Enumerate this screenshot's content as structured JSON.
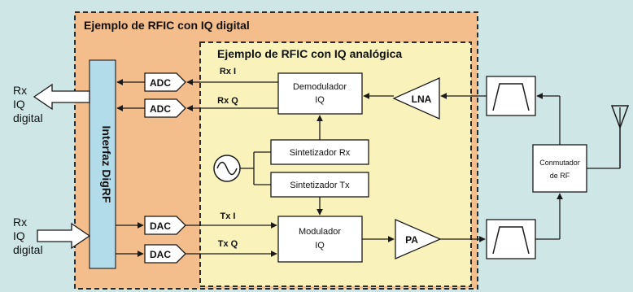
{
  "diagram": {
    "outer_title": "Ejemplo de RFIC con IQ digital",
    "inner_title": "Ejemplo de RFIC con IQ analógica",
    "interface_label": "Interfaz DigRF",
    "adc_label": "ADC",
    "dac_label": "DAC",
    "demodulator": [
      "Demodulador",
      "IQ"
    ],
    "modulator": [
      "Modulador",
      "IQ"
    ],
    "synth_rx": "Sintetizador Rx",
    "synth_tx": "Sintetizador Tx",
    "lna": "LNA",
    "pa": "PA",
    "switch": [
      "Conmutador",
      "de RF"
    ],
    "signals": {
      "rx_i": "Rx I",
      "rx_q": "Rx Q",
      "tx_i": "Tx I",
      "tx_q": "Tx Q"
    },
    "rx_digital": [
      "Rx",
      "IQ",
      "digital"
    ],
    "tx_digital": [
      "Rx",
      "IQ",
      "digital"
    ]
  },
  "colors": {
    "background": "#cfe6e6",
    "outer_box": "#f3bd8c",
    "inner_box": "#f9f3bb",
    "interface_bar": "#b3dceb",
    "block_fill": "#ffffff",
    "line": "#1a1a1a"
  }
}
